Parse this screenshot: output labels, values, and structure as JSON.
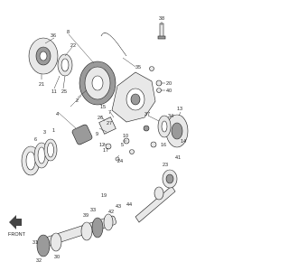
{
  "diagram": {
    "labels": [
      "38",
      "36",
      "8",
      "22",
      "35",
      "20",
      "21",
      "40",
      "11",
      "25",
      "2",
      "15",
      "4",
      "7",
      "26",
      "27",
      "9",
      "37",
      "10",
      "12",
      "5",
      "17",
      "6",
      "3",
      "1",
      "24",
      "13",
      "34",
      "14",
      "16",
      "41",
      "23",
      "19",
      "44",
      "42",
      "43",
      "33",
      "39",
      "31",
      "32",
      "30"
    ],
    "legend_text": "FRONT"
  }
}
